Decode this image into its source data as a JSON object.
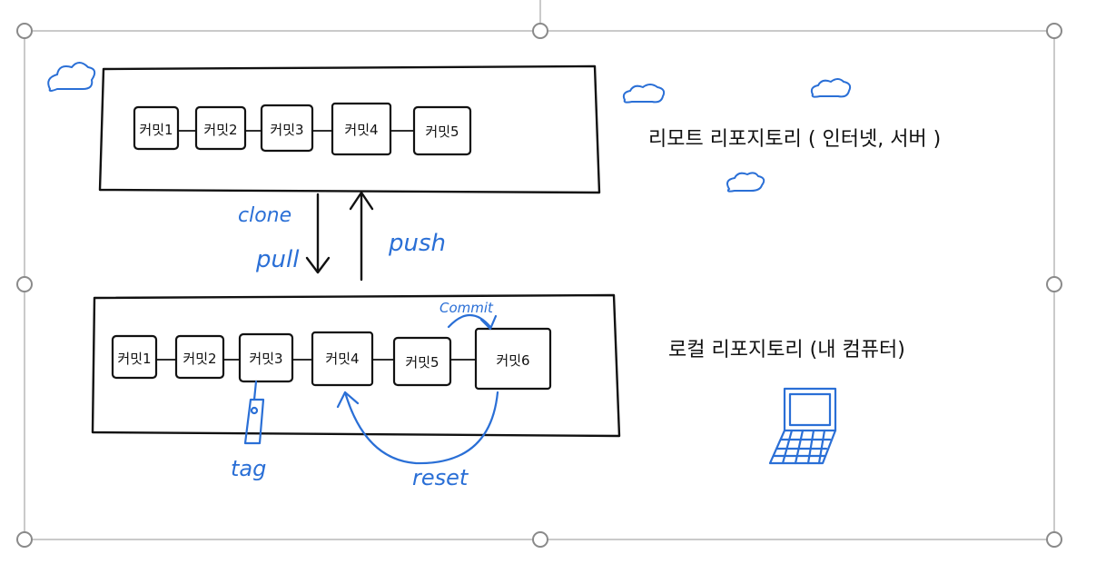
{
  "remote": {
    "title": "리모트 리포지토리 ( 인터넷, 서버 )",
    "commits": [
      "커밋1",
      "커밋2",
      "커밋3",
      "커밋4",
      "커밋5"
    ]
  },
  "local": {
    "title": "로컬 리포지토리 (내 컴퓨터)",
    "commits": [
      "커밋1",
      "커밋2",
      "커밋3",
      "커밋4",
      "커밋5",
      "커밋6"
    ]
  },
  "labels": {
    "clone": "clone",
    "pull": "pull",
    "push": "push",
    "commit": "Commit",
    "tag": "tag",
    "reset": "reset"
  },
  "colors": {
    "ink": "#111111",
    "annotation_blue": "#2a6fd6",
    "selection_frame": "#b8b8b8"
  },
  "icons": [
    "cloud-icon",
    "laptop-icon",
    "tag-icon"
  ]
}
